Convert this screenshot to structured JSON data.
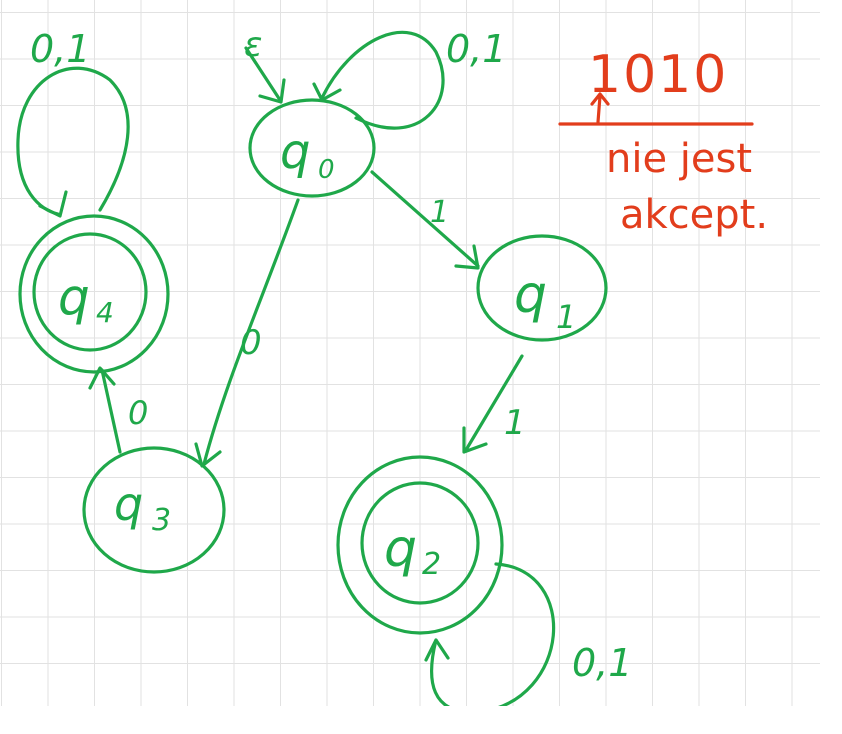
{
  "colors": {
    "automaton": "#1fa84a",
    "annotation": "#e23d1c"
  },
  "states": [
    {
      "id": "q0",
      "label": "q",
      "sub": "0",
      "accepting": false,
      "initial": true
    },
    {
      "id": "q1",
      "label": "q",
      "sub": "1",
      "accepting": false,
      "initial": false
    },
    {
      "id": "q2",
      "label": "q",
      "sub": "2",
      "accepting": true,
      "initial": false
    },
    {
      "id": "q3",
      "label": "q",
      "sub": "3",
      "accepting": false,
      "initial": false
    },
    {
      "id": "q4",
      "label": "q",
      "sub": "4",
      "accepting": true,
      "initial": false
    }
  ],
  "transitions": [
    {
      "from": "start",
      "to": "q0",
      "label": "ε"
    },
    {
      "from": "q0",
      "to": "q0",
      "label": "0,1"
    },
    {
      "from": "q0",
      "to": "q1",
      "label": "1"
    },
    {
      "from": "q0",
      "to": "q3",
      "label": "0"
    },
    {
      "from": "q1",
      "to": "q2",
      "label": "1"
    },
    {
      "from": "q2",
      "to": "q2",
      "label": "0,1"
    },
    {
      "from": "q3",
      "to": "q4",
      "label": "0"
    },
    {
      "from": "q4",
      "to": "q4",
      "label": "0,1"
    }
  ],
  "annotation": {
    "input_word": "1010",
    "verdict_line1": "nie jest",
    "verdict_line2": "akcept."
  }
}
